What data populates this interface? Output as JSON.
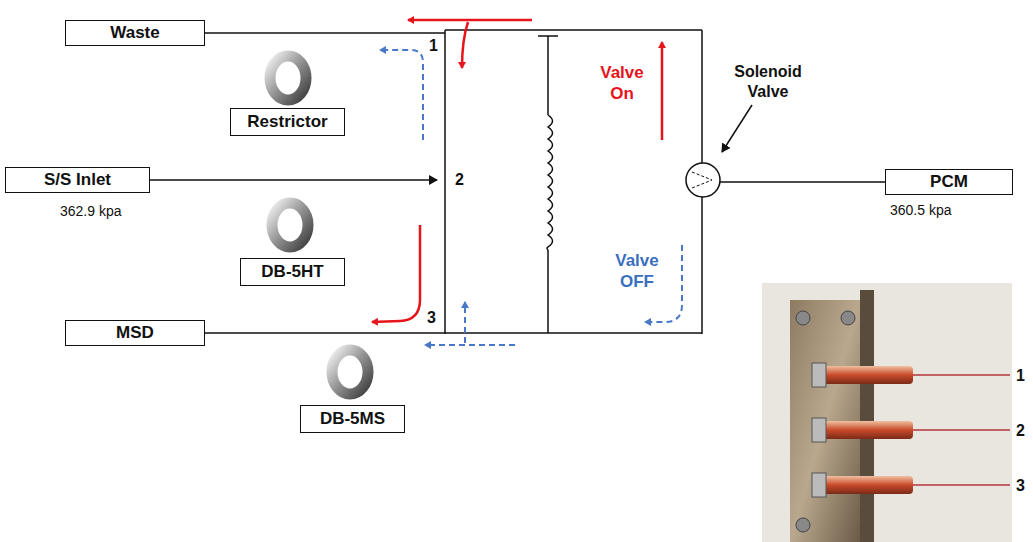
{
  "diagram": {
    "nodes": [
      {
        "text": [
          "Waste"
        ]
      },
      {
        "text": [
          "Restrictor"
        ]
      },
      {
        "text": [
          "S/S Inlet"
        ]
      },
      {
        "text": [
          "PCM"
        ]
      },
      {
        "text": [
          "DB-5HT"
        ]
      },
      {
        "text": [
          "MSD"
        ]
      },
      {
        "text": [
          "DB-5MS"
        ]
      }
    ],
    "labels": [
      "1",
      "Solenoid Valve",
      "Valve On",
      "2",
      "362.9 kpa",
      "360.5 kpa",
      "Valve OFF",
      "3",
      "1",
      "2",
      "3"
    ]
  }
}
